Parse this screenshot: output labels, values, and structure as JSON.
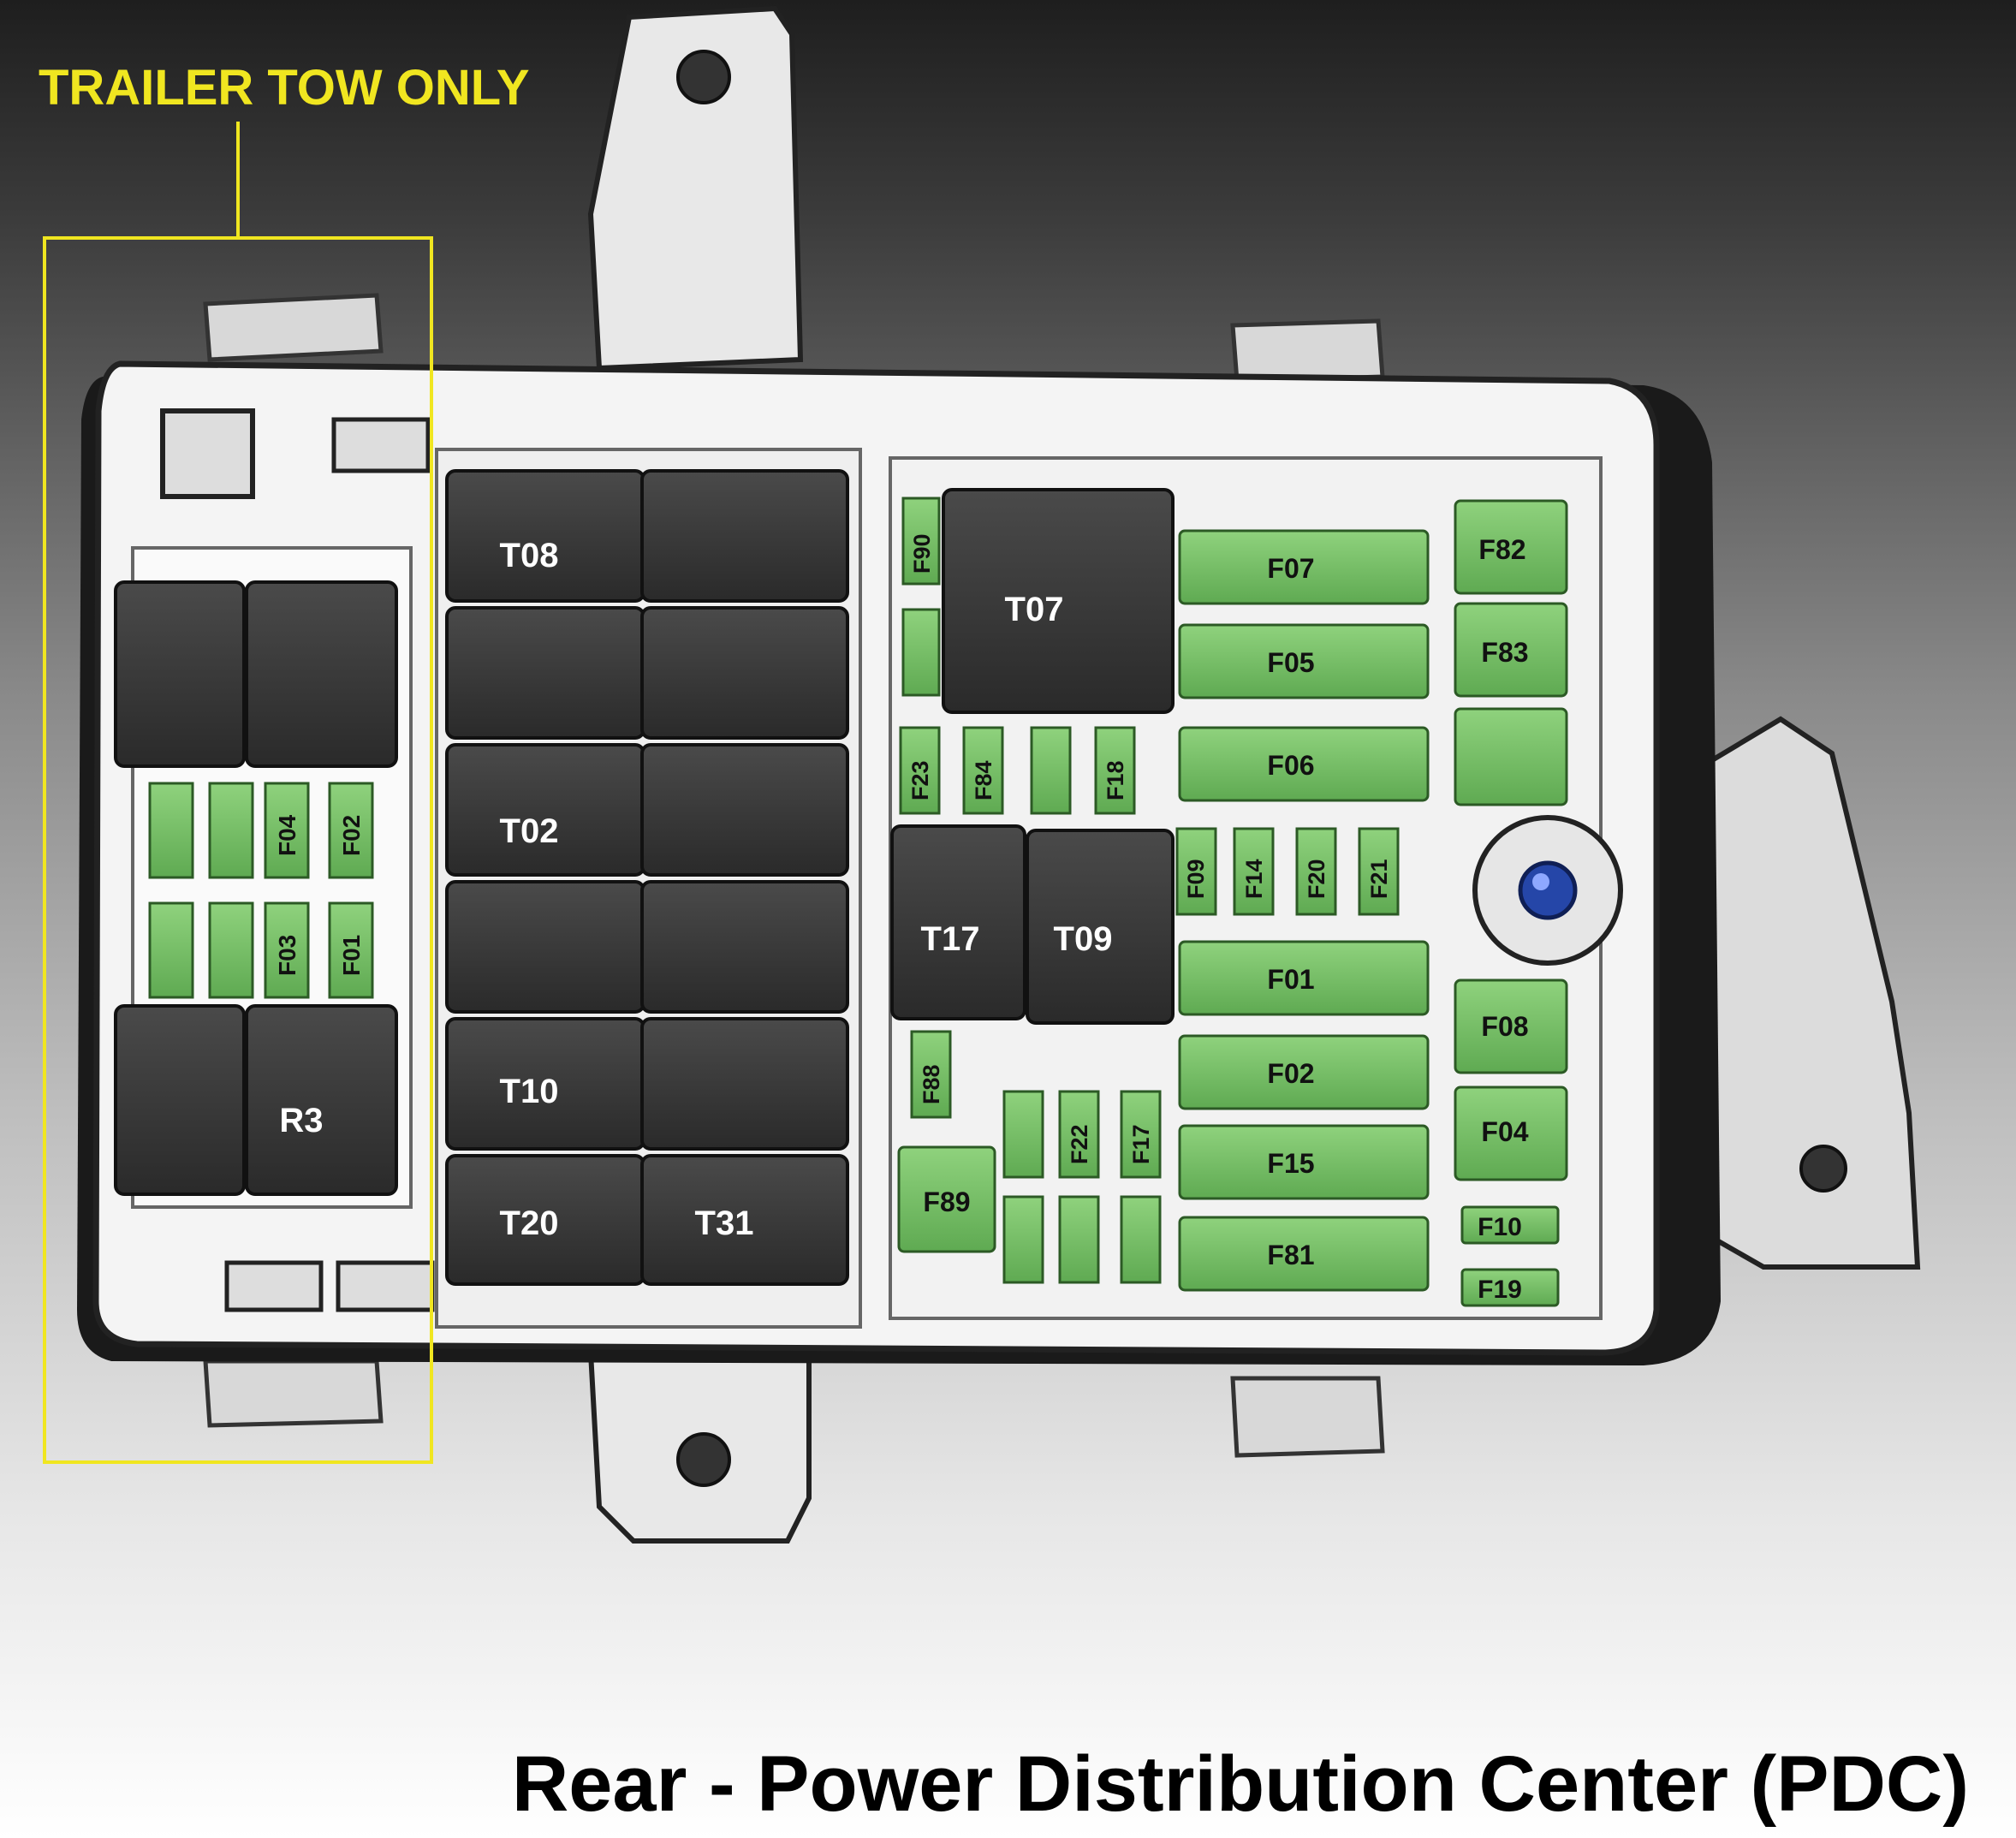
{
  "title": "Rear - Power Distribution Center (PDC)",
  "trailer_tow_label": "TRAILER TOW ONLY",
  "colors": {
    "fuse_green": "#7cc46a",
    "fuse_dark": "#4f9a45",
    "relay": "#3a3a3a",
    "trailer_box": "#f0e620",
    "housing": "#f4f4f4"
  },
  "relays": {
    "T08": "T08",
    "T07": "T07",
    "T02": "T02",
    "T17": "T17",
    "T09": "T09",
    "T10": "T10",
    "T20": "T20",
    "T31": "T31",
    "R3": "R3"
  },
  "cartridge_fuses": {
    "F07": "F07",
    "F05": "F05",
    "F06": "F06",
    "F01": "F01",
    "F02": "F02",
    "F15": "F15",
    "F81": "F81"
  },
  "block_fuses": {
    "F82": "F82",
    "F83": "F83",
    "F08": "F08",
    "F04": "F04",
    "F89": "F89"
  },
  "small_fuses": {
    "F10": "F10",
    "F19": "F19"
  },
  "mini_fuses": {
    "F90": "F90",
    "F23": "F23",
    "F84": "F84",
    "F18": "F18",
    "F09": "F09",
    "F14": "F14",
    "F20": "F20",
    "F21": "F21",
    "F88": "F88",
    "F22": "F22",
    "F17": "F17"
  },
  "trailer_fuses": {
    "F04": "F04",
    "F02": "F02",
    "F03": "F03",
    "F01": "F01"
  }
}
